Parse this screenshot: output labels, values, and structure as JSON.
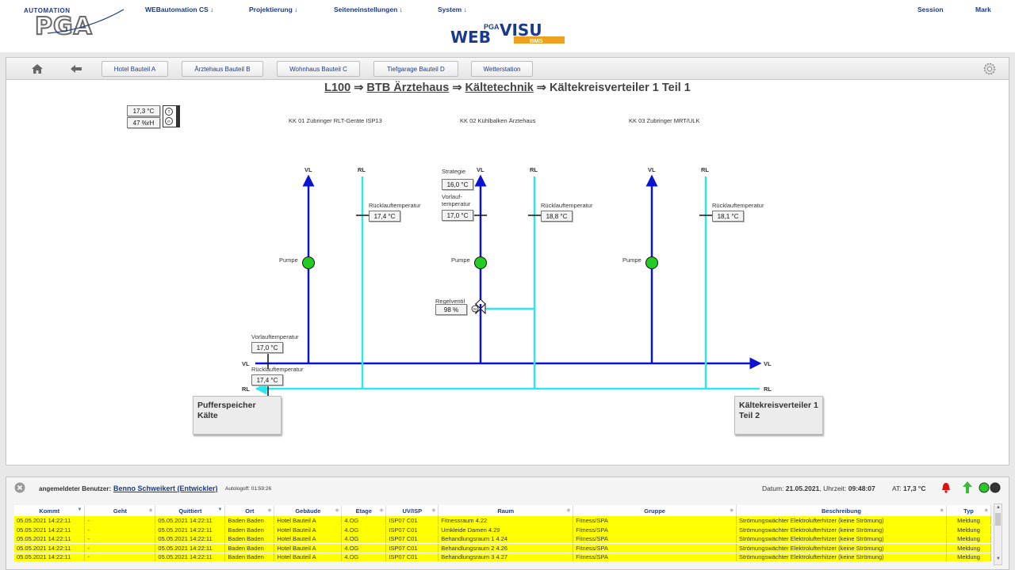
{
  "logo": {
    "top": "AUTOMATION",
    "brand": "PGA"
  },
  "webvisu": {
    "pga": "PGA",
    "web": "WEB",
    "visu": "VISU",
    "bms": "BMS"
  },
  "topmenu": [
    "WEBautomation CS ↓",
    "Projektierung ↓",
    "Seiteneinstellungen ↓",
    "System ↓"
  ],
  "session": {
    "label": "Session",
    "user": "Mark"
  },
  "nav": [
    "Hotel Bauteil A",
    "Ärztehaus Bauteil B",
    "Wohnhaus Bauteil C",
    "Tiefgarage Bauteil D",
    "Wetterstation"
  ],
  "breadcrumb": {
    "c1": "L100",
    "c2": "BTB Ärztehaus",
    "c3": "Kältetechnik",
    "c4": "Kältekreisverteiler 1 Teil 1",
    "sep": " ⇒ "
  },
  "outdoor": {
    "temp": "17,3 °C",
    "humidity": "47 %rH"
  },
  "circuits": [
    {
      "title": "KK 01 Zubringer RLT-Geräte ISP13",
      "rl_label": "Rücklauftemperatur",
      "rl_value": "17,4 °C",
      "pump": "Pumpe"
    },
    {
      "title": "KK 02 Kühlbalken Ärztehaus",
      "rl_label": "Rücklauftemperatur",
      "rl_value": "18,8 °C",
      "pump": "Pumpe",
      "strategy_label": "Strategie",
      "strategy_value": "16,0 °C",
      "vl_label_1": "Vorlauf-",
      "vl_label_2": "temperatur",
      "vl_value": "17,0 °C",
      "valve_label": "Regelventil",
      "valve_value": "98 %"
    },
    {
      "title": "KK 03 Zubringer MRT/ULK",
      "rl_label": "Rücklauftemperatur",
      "rl_value": "18,1 °C",
      "pump": "Pumpe"
    }
  ],
  "pipes": {
    "vl": "VL",
    "rl": "RL"
  },
  "header_pipe": {
    "vl_label": "Vorlauftemperatur",
    "vl_value": "17,0 °C",
    "rl_label": "Rücklauftemperatur",
    "rl_value": "17,4 °C"
  },
  "boxes": {
    "left_1": "Pufferspeicher",
    "left_2": "Kälte",
    "right_1": "Kältekreisverteiler 1",
    "right_2": "Teil 2"
  },
  "status": {
    "user_label": "angemeldeter Benutzer:",
    "user": "Benno Schweikert (Entwickler)",
    "autologoff": "Autologoff: 01:59:26",
    "date_label": "Datum:",
    "date": "21.05.2021",
    "time_label": "Uhrzeit:",
    "time": "09:48:07",
    "at_label": "AT:",
    "at": "17,3 °C"
  },
  "alarm_columns": [
    "Kommt",
    "Geht",
    "Quittiert",
    "Ort",
    "Gebäude",
    "Etage",
    "UV/ISP",
    "Raum",
    "Gruppe",
    "Beschreibung",
    "Typ"
  ],
  "alarm_rows": [
    [
      "05.05.2021 14:22:11",
      "-",
      "05.05.2021 14:22:11",
      "Baden Baden",
      "Hotel Bauteil A",
      "4.OG",
      "ISP07 C01",
      "Fitnessraum 4.22",
      "Fitness/SPA",
      "Strömungswächter Elektrolufterhitzer (keine Strömung)",
      "Meldung"
    ],
    [
      "05.05.2021 14:22:11",
      "-",
      "05.05.2021 14:22:11",
      "Baden Baden",
      "Hotel Bauteil A",
      "4.OG",
      "ISP07 C01",
      "Umkleide Damen 4.29",
      "Fitness/SPA",
      "Strömungswächter Elektrolufterhitzer (keine Strömung)",
      "Meldung"
    ],
    [
      "05.05.2021 14:22:11",
      "-",
      "05.05.2021 14:22:11",
      "Baden Baden",
      "Hotel Bauteil A",
      "4.OG",
      "ISP07 C01",
      "Behandlungsraum 1 4.24",
      "Fitness/SPA",
      "Strömungswächter Elektrolufterhitzer (keine Strömung)",
      "Meldung"
    ],
    [
      "05.05.2021 14:22:11",
      "-",
      "05.05.2021 14:22:11",
      "Baden Baden",
      "Hotel Bauteil A",
      "4.OG",
      "ISP07 C01",
      "Behandlungsraum 2 4.26",
      "Fitness/SPA",
      "Strömungswächter Elektrolufterhitzer (keine Strömung)",
      "Meldung"
    ],
    [
      "05.05.2021 14:22:11",
      "-",
      "05.05.2021 14:22:11",
      "Baden Baden",
      "Hotel Bauteil A",
      "4.OG",
      "ISP07 C01",
      "Behandlungsraum 3 4.27",
      "Fitness/SPA",
      "Strömungswächter Elektrolufterhitzer (keine Strömung)",
      "Meldung"
    ]
  ],
  "colors": {
    "vl_pipe": "#0a14d0",
    "rl_pipe": "#2ee6f0",
    "pump_on": "#22cc22",
    "alarm_row": "#ffff00",
    "accent": "#1b3a8a"
  }
}
